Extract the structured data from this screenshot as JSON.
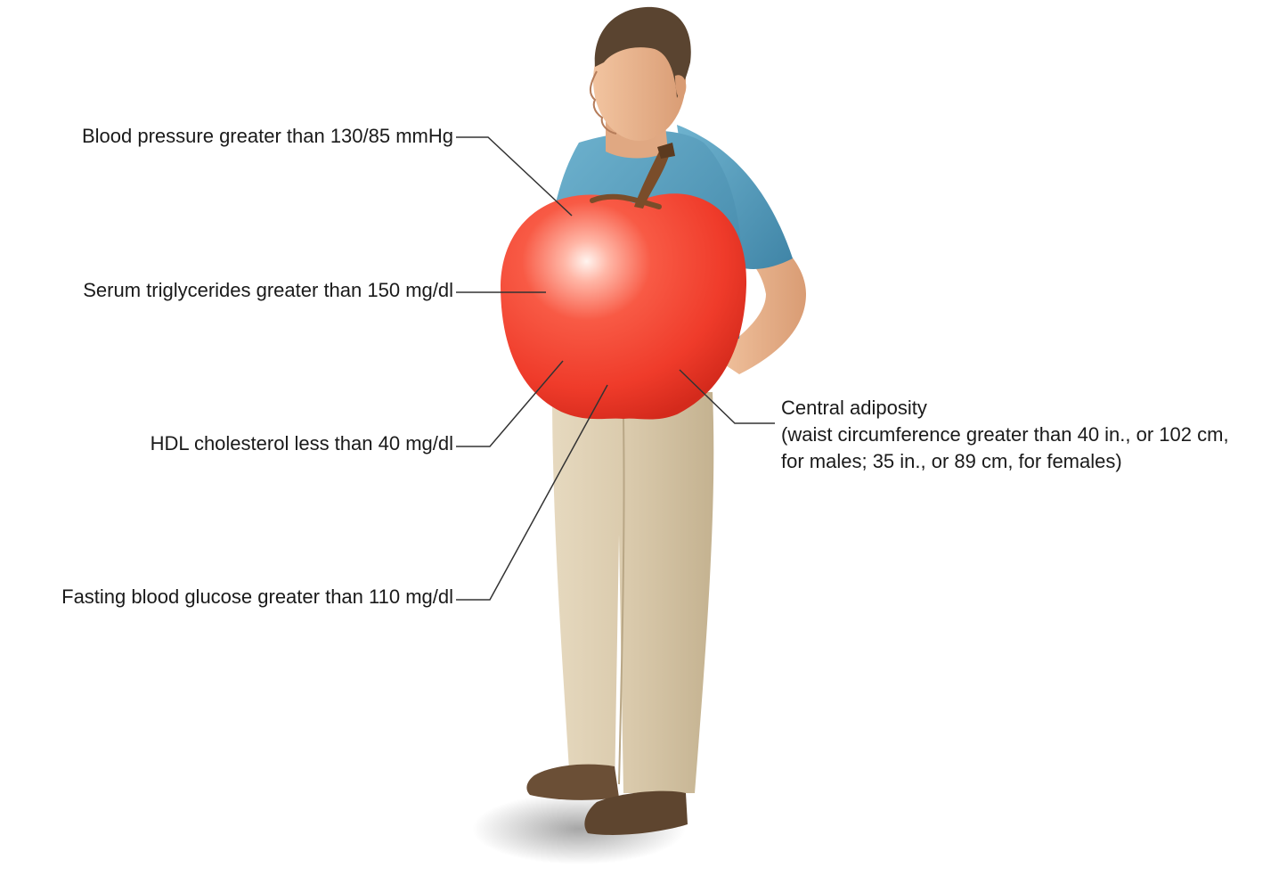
{
  "labels": {
    "blood_pressure": "Blood pressure greater than 130/85 mmHg",
    "triglycerides": "Serum triglycerides greater than 150 mg/dl",
    "hdl": "HDL cholesterol less than 40 mg/dl",
    "glucose": "Fasting blood glucose greater than 110 mg/dl",
    "central_title": "Central adiposity",
    "central_line2": "(waist circumference greater than 40 in., or 102 cm,",
    "central_line3": "for males; 35 in., or 89 cm, for females)"
  },
  "colors": {
    "apple": "#ef3b2a",
    "apple_highlight": "#ffd9cc",
    "shirt": "#5a9fbf",
    "pants": "#d8c8aa",
    "shoes": "#6b4f36",
    "skin": "#e8b48f",
    "hair": "#5a4430",
    "leader_line": "#333333"
  },
  "icons": {
    "figure": "man-with-apple-torso-illustration"
  }
}
